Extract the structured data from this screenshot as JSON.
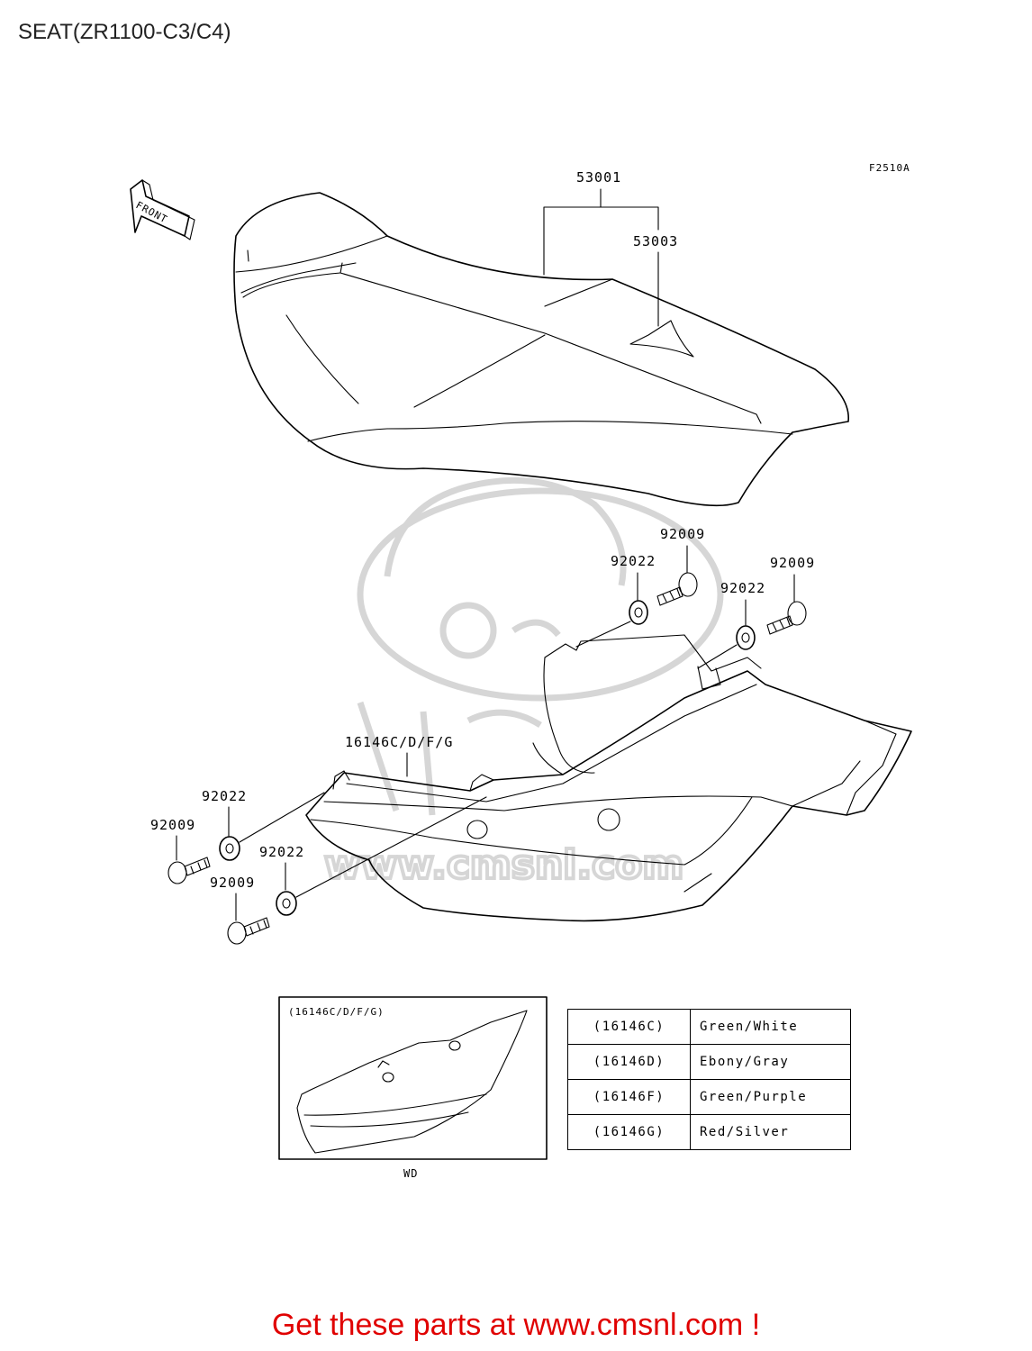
{
  "title": "SEAT(ZR1100-C3/C4)",
  "figure_code": "F2510A",
  "front_label": "FRONT",
  "callouts": {
    "seat_assembly": "53001",
    "seat_part": "53003",
    "cover": "16146C/D/F/G",
    "bolt_top_left": "92009",
    "bolt_top_right": "92009",
    "washer_top_left": "92022",
    "washer_top_right": "92022",
    "washer_bottom_upper": "92022",
    "bolt_bottom_upper": "92009",
    "washer_bottom_lower": "92022",
    "bolt_bottom_lower": "92009"
  },
  "inset": {
    "label": "(16146C/D/F/G)",
    "caption": "WD"
  },
  "color_table": [
    {
      "code": "(16146C)",
      "color": "Green/White"
    },
    {
      "code": "(16146D)",
      "color": "Ebony/Gray"
    },
    {
      "code": "(16146F)",
      "color": "Green/Purple"
    },
    {
      "code": "(16146G)",
      "color": "Red/Silver"
    }
  ],
  "cta": {
    "text": "Get these parts at www.cmsnl.com !",
    "color": "#e00000"
  },
  "watermark_text": "www.cmsnl.com"
}
